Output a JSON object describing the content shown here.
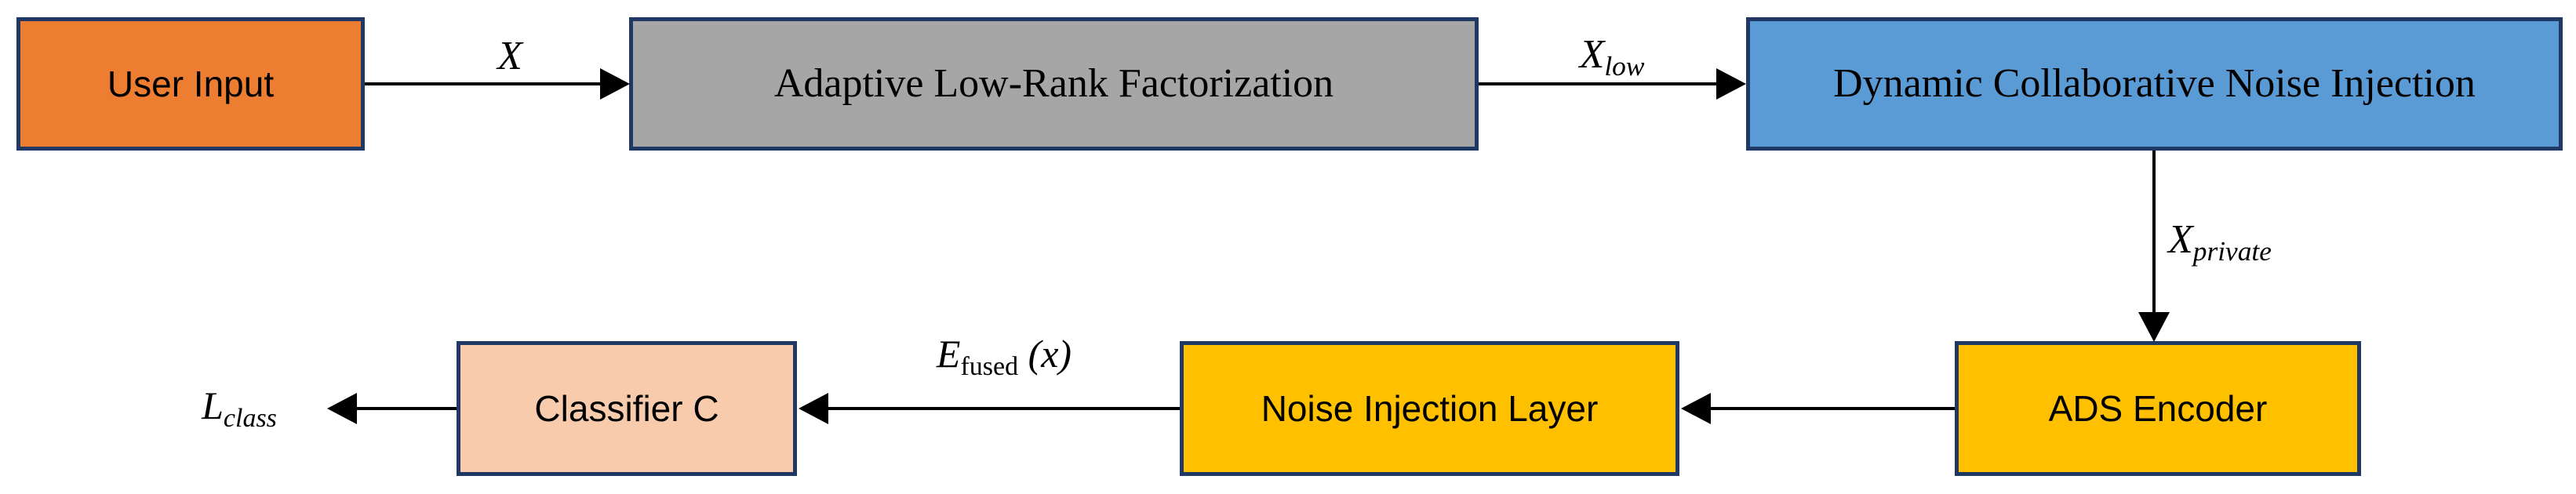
{
  "diagram": {
    "title": "privacy-preserving model pipeline flowchart",
    "background_color": "#ffffff",
    "border_color": "#1F3864",
    "arrow_color": "#000000",
    "nodes": [
      {
        "id": "user-input",
        "label": "User Input",
        "fill": "#ED7D31"
      },
      {
        "id": "adaptive-low-rank-factorization",
        "label": "Adaptive Low-Rank Factorization",
        "fill": "#A6A6A6"
      },
      {
        "id": "dynamic-collaborative-noise-injection",
        "label": "Dynamic Collaborative Noise Injection",
        "fill": "#5B9BD5"
      },
      {
        "id": "classifier-c",
        "label": "Classifier C",
        "fill": "#F8CBAD"
      },
      {
        "id": "noise-injection-layer",
        "label": "Noise Injection Layer",
        "fill": "#FFC000"
      },
      {
        "id": "ads-encoder",
        "label": "ADS Encoder",
        "fill": "#FFC000"
      }
    ],
    "edges": [
      {
        "from": "user-input",
        "to": "adaptive-low-rank-factorization",
        "label": "X"
      },
      {
        "from": "adaptive-low-rank-factorization",
        "to": "dynamic-collaborative-noise-injection",
        "label": "X_low"
      },
      {
        "from": "dynamic-collaborative-noise-injection",
        "to": "ads-encoder",
        "label": "X_private"
      },
      {
        "from": "ads-encoder",
        "to": "noise-injection-layer",
        "label": ""
      },
      {
        "from": "noise-injection-layer",
        "to": "classifier-c",
        "label": "E_fused(x)"
      },
      {
        "from": "classifier-c",
        "to": "output",
        "label": "L_class"
      }
    ],
    "labels": {
      "x": {
        "main": "X",
        "sub": "",
        "tail": ""
      },
      "x_low": {
        "main": "X",
        "sub": "low",
        "tail": ""
      },
      "x_priv": {
        "main": "X",
        "sub": "private",
        "tail": ""
      },
      "e_fused": {
        "main": "E",
        "sub": "fused",
        "tail": " (x)"
      },
      "l_class": {
        "main": "L",
        "sub": "class",
        "tail": ""
      }
    }
  }
}
